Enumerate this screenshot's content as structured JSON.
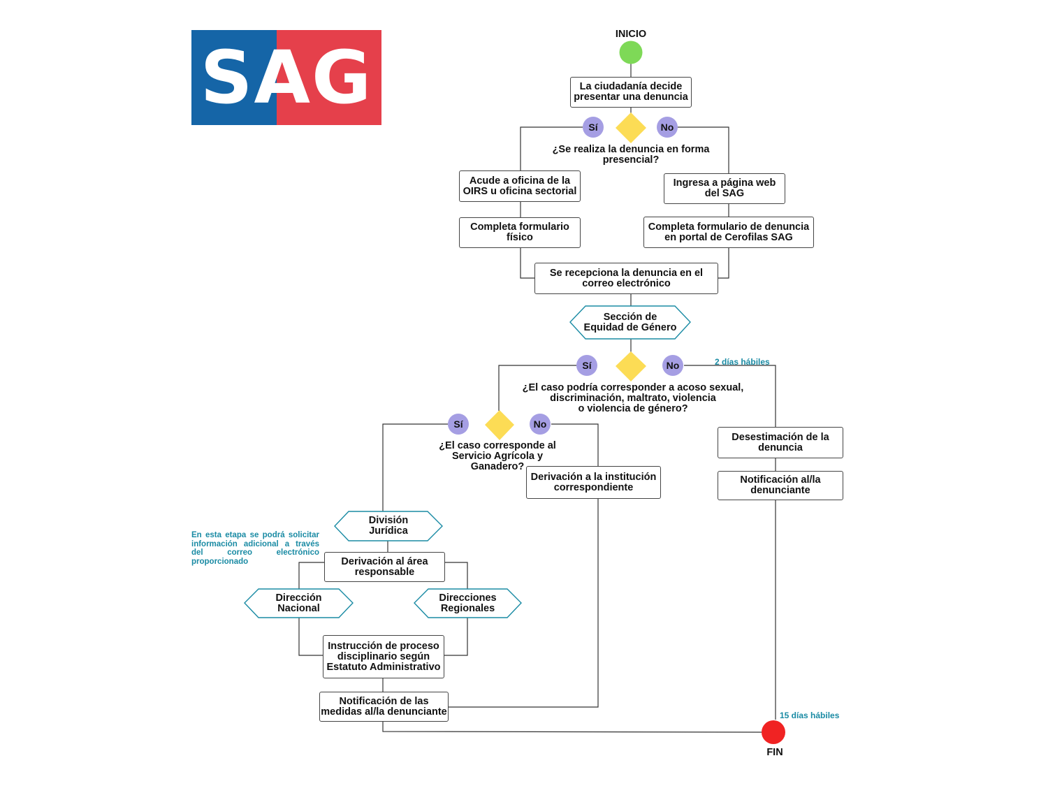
{
  "logo": {
    "text": "SAG",
    "left_color": "#1565a7",
    "right_color": "#e5404b"
  },
  "colors": {
    "start": "#7ed957",
    "end": "#f02323",
    "decision": "#fcdc55",
    "badge": "#a59ee3",
    "hex_border": "#1a8ba4",
    "note": "#1a8ba4"
  },
  "start_label": "INICIO",
  "end_label": "FIN",
  "boxes": {
    "decide": "La ciudadanía decide\npresentar una denuncia",
    "oirs": "Acude a oficina de la\nOIRS u oficina sectorial",
    "web": "Ingresa a página web\ndel SAG",
    "form_physical": "Completa formulario\nfísico",
    "form_online": "Completa formulario de denuncia\nen portal de Cerofilas SAG",
    "received": "Se recepciona la denuncia en el\ncorreo electrónico",
    "dismissal": "Desestimación de la\ndenuncia",
    "notify_complainant": "Notificación al/la\ndenunciante",
    "derivation_institution": "Derivación a la institución\ncorrespondiente",
    "derivation_area": "Derivación al área\nresponsable",
    "disciplinary": "Instrucción de proceso\ndisciplinario según\nEstatuto Administrativo",
    "notify_measures": "Notificación de las\nmedidas al/la denunciante"
  },
  "hexagons": {
    "gender": "Sección de\nEquidad de Género",
    "juridica": "División\nJurídica",
    "nacional": "Dirección\nNacional",
    "regionales": "Direcciones\nRegionales"
  },
  "decisions": {
    "d1": "¿Se realiza la denuncia en forma\npresencial?",
    "d2": "¿El caso podría corresponder a acoso sexual,\ndiscriminación, maltrato, violencia\no violencia de género?",
    "d3": "¿El caso corresponde al\nServicio Agrícola y\nGanadero?"
  },
  "yes_label": "Sí",
  "no_label": "No",
  "notes": {
    "two_days": "2 días hábiles",
    "fifteen_days": "15 días hábiles",
    "extra_info": "En esta etapa se podrá solicitar información adicional a través del correo electrónico proporcionado"
  }
}
